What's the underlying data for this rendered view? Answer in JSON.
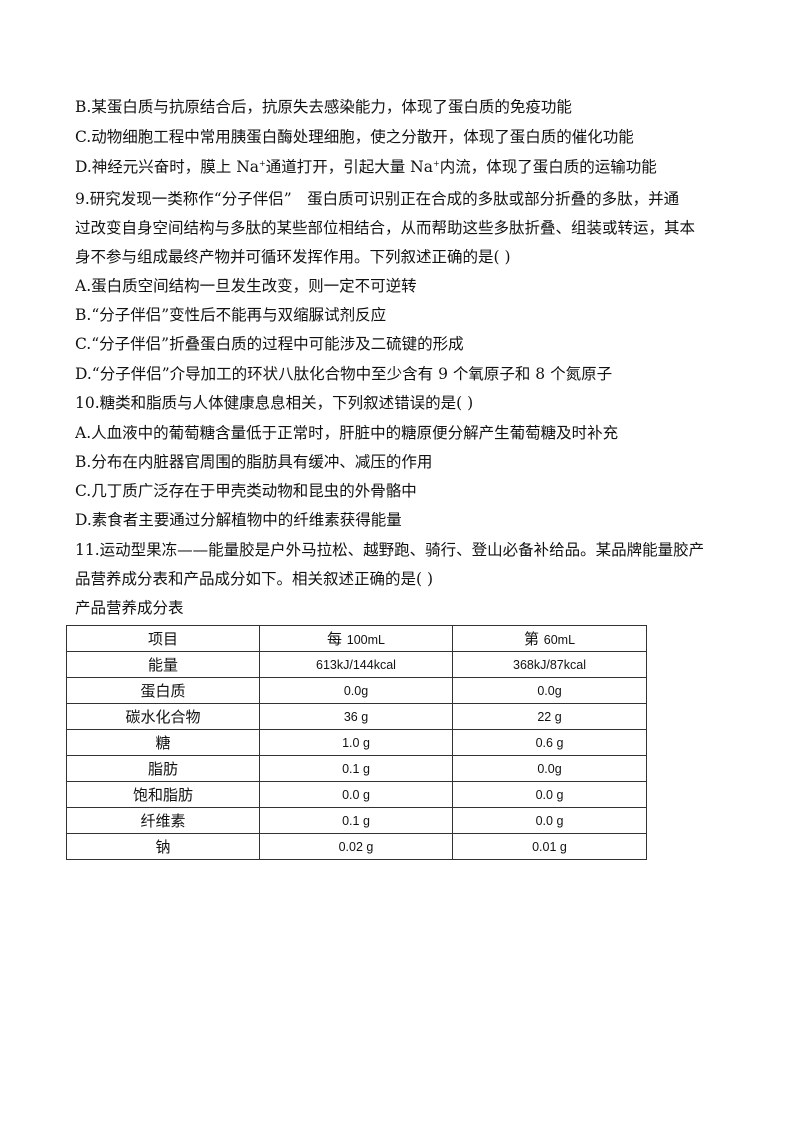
{
  "q8": {
    "opt_b": "B.某蛋白质与抗原结合后，抗原失去感染能力，体现了蛋白质的免疫功能",
    "opt_c": "C.动物细胞工程中常用胰蛋白酶处理细胞，使之分散开，体现了蛋白质的催化功能",
    "opt_d_part1": "D.神经元兴奋时，膜上 Na",
    "opt_d_sup1": "+",
    "opt_d_part2": "通道打开，引起大量 Na",
    "opt_d_sup2": "+",
    "opt_d_part3": "内流，体现了蛋白质的运输功能"
  },
  "q9": {
    "stem_line1": "9.研究发现一类称作“分子伴侣”　蛋白质可识别正在合成的多肽或部分折叠的多肽，并通",
    "stem_line2": "过改变自身空间结构与多肽的某些部位相结合，从而帮助这些多肽折叠、组装或转运，其本",
    "stem_line3": "身不参与组成最终产物并可循环发挥作用。下列叙述正确的是(   )",
    "opt_a": "A.蛋白质空间结构一旦发生改变，则一定不可逆转",
    "opt_b": "B.“分子伴侣”变性后不能再与双缩脲试剂反应",
    "opt_c": "C.“分子伴侣”折叠蛋白质的过程中可能涉及二硫键的形成",
    "opt_d": "D.“分子伴侣”介导加工的环状八肽化合物中至少含有 9 个氧原子和 8 个氮原子"
  },
  "q10": {
    "stem": "10.糖类和脂质与人体健康息息相关，下列叙述错误的是(   )",
    "opt_a": "A.人血液中的葡萄糖含量低于正常时，肝脏中的糖原便分解产生葡萄糖及时补充",
    "opt_b": "B.分布在内脏器官周围的脂肪具有缓冲、减压的作用",
    "opt_c": "C.几丁质广泛存在于甲壳类动物和昆虫的外骨骼中",
    "opt_d": "D.素食者主要通过分解植物中的纤维素获得能量"
  },
  "q11": {
    "stem_line1": "11.运动型果冻——能量胶是户外马拉松、越野跑、骑行、登山必备补给品。某品牌能量胶产",
    "stem_line2": "品营养成分表和产品成分如下。相关叙述正确的是(   )",
    "table_caption": "产品营养成分表",
    "table": {
      "header": {
        "item": "项目",
        "per_100ml_prefix": "每",
        "per_100ml_unit": "100mL",
        "per_60ml_prefix": "第",
        "per_60ml_unit": "60mL"
      },
      "rows": [
        {
          "item": "能量",
          "per_100ml": "613kJ/144kcal",
          "per_60ml": "368kJ/87kcal"
        },
        {
          "item": "蛋白质",
          "per_100ml": "0.0g",
          "per_60ml": "0.0g"
        },
        {
          "item": "碳水化合物",
          "per_100ml": "36 g",
          "per_60ml": "22 g"
        },
        {
          "item": "糖",
          "per_100ml": "1.0 g",
          "per_60ml": "0.6 g"
        },
        {
          "item": "脂肪",
          "per_100ml": "0.1 g",
          "per_60ml": "0.0g"
        },
        {
          "item": "饱和脂肪",
          "per_100ml": "0.0 g",
          "per_60ml": "0.0 g"
        },
        {
          "item": "纤维素",
          "per_100ml": "0.1 g",
          "per_60ml": "0.0 g"
        },
        {
          "item": "钠",
          "per_100ml": "0.02 g",
          "per_60ml": "0.01 g"
        }
      ]
    }
  }
}
